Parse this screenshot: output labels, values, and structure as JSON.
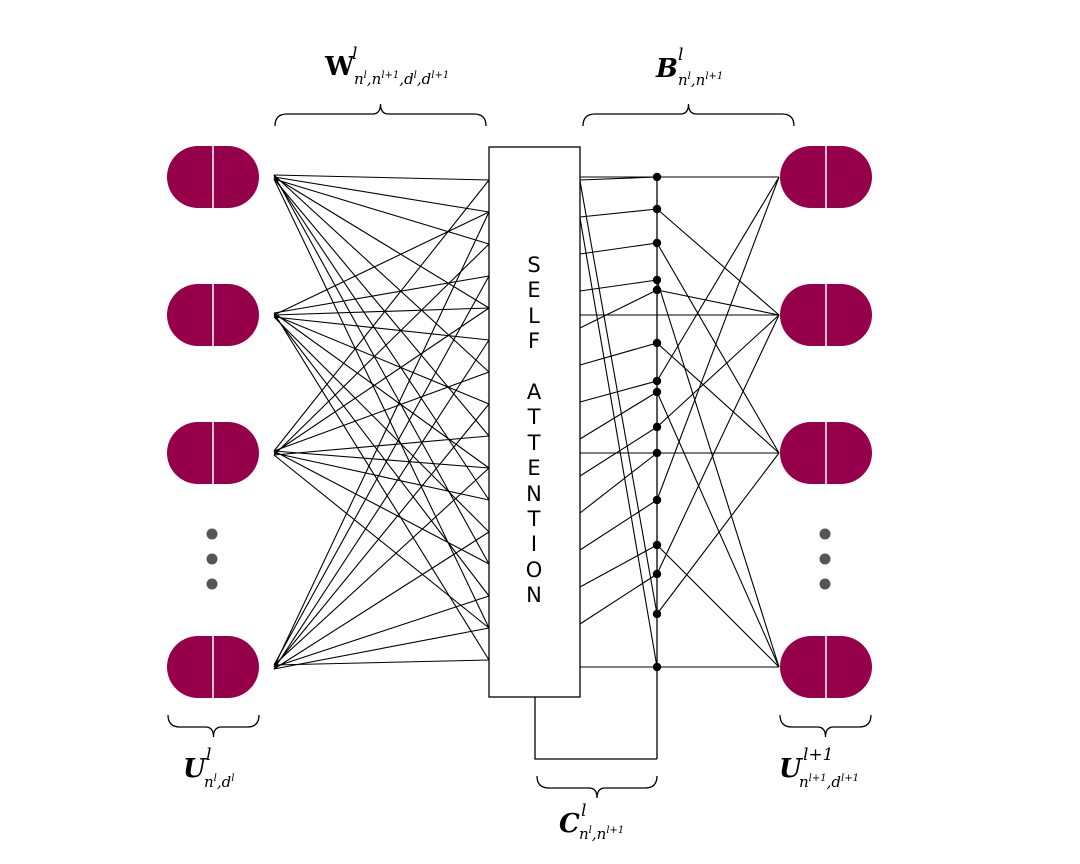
{
  "colors": {
    "node_fill": "#96004b",
    "line": "#000000",
    "dots": "#555555"
  },
  "node_shape": "split-pill",
  "block": {
    "letters": [
      "S",
      "E",
      "L",
      "F",
      "",
      "A",
      "T",
      "T",
      "E",
      "N",
      "T",
      "I",
      "O",
      "N"
    ]
  },
  "labels": {
    "W": {
      "base": "W",
      "sup": "l",
      "sub": "n^l, n^{l+1}, d^l, d^{l+1}"
    },
    "B": {
      "base": "B",
      "sup": "l",
      "sub": "n^l, n^{l+1}"
    },
    "C": {
      "base": "C",
      "sup": "l",
      "sub": "n^l, n^{l+1}"
    },
    "U_in": {
      "base": "U",
      "sup": "l",
      "sub": "n^l, d^l"
    },
    "U_out": {
      "base": "U",
      "sup": "l+1",
      "sub": "n^{l+1}, d^{l+1}"
    }
  }
}
